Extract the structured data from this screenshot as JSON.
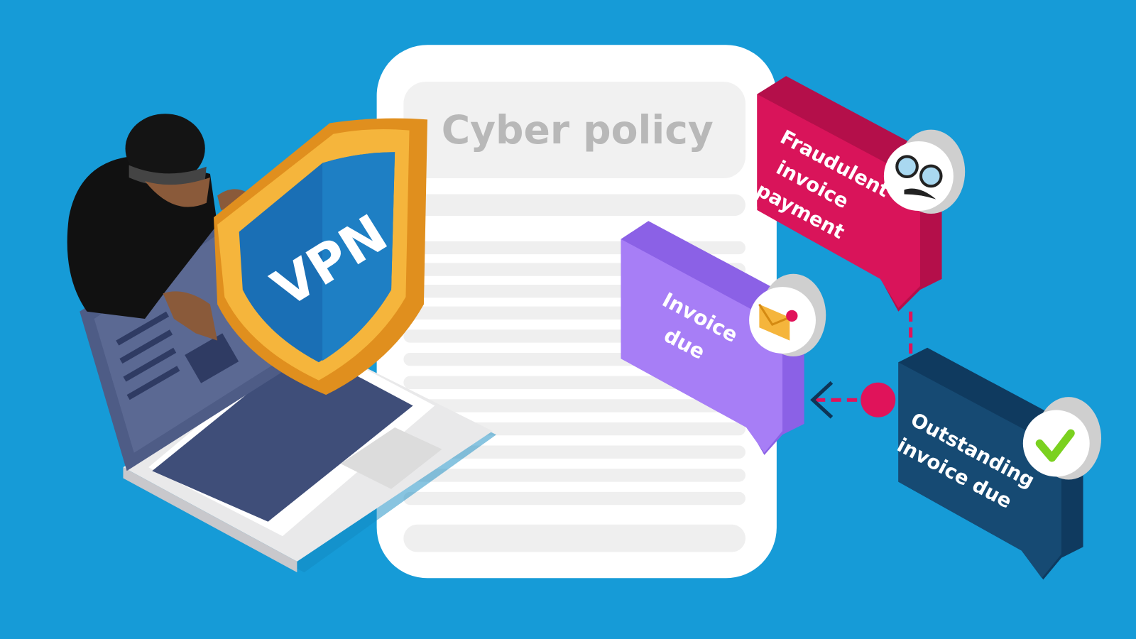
{
  "document": {
    "title": "Cyber policy"
  },
  "shield": {
    "label": "VPN"
  },
  "bubbles": {
    "fraud": {
      "lines": [
        "Fraudulent",
        "invoice",
        "payment"
      ]
    },
    "invoice": {
      "lines": [
        "Invoice",
        "due"
      ]
    },
    "outstanding": {
      "lines": [
        "Outstanding",
        "invoice due"
      ]
    }
  },
  "colors": {
    "background": "#169bd7",
    "fraud": "#d9145a",
    "invoice": "#a77ef6",
    "outstanding": "#164a73",
    "shield_outer": "#f4a62a",
    "shield_inner": "#1a6fb5",
    "connector": "#e0135a"
  }
}
